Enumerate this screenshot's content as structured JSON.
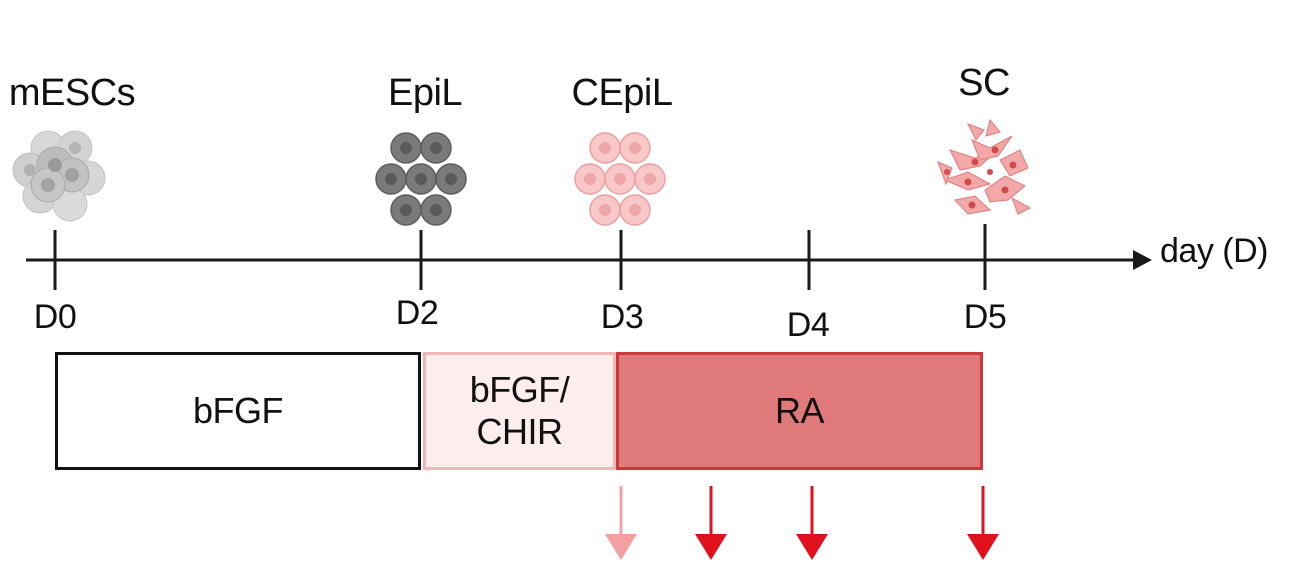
{
  "stages": [
    {
      "key": "mescs",
      "label": "mESCs",
      "color": "#a8a8a8"
    },
    {
      "key": "epil",
      "label": "EpiL",
      "color": "#6e6e6e"
    },
    {
      "key": "cepil",
      "label": "CEpiL",
      "color": "#f4b3b3"
    },
    {
      "key": "sc",
      "label": "SC",
      "color": "#e07a7a"
    }
  ],
  "timeline": {
    "axis_label": "day (D)",
    "days": [
      "D0",
      "D2",
      "D3",
      "D4",
      "D5"
    ]
  },
  "phases": [
    {
      "key": "bfgf",
      "label": "bFGF",
      "fill": "#ffffff",
      "border": "#111111"
    },
    {
      "key": "bfgf-chir",
      "label_line1": "bFGF/",
      "label_line2": "CHIR",
      "fill": "#fdeded",
      "border": "#f0b7b7"
    },
    {
      "key": "ra",
      "label": "RA",
      "fill": "#e07a7a",
      "border": "#c83a3a"
    }
  ],
  "arrows": {
    "light_color": "#f4a0a0",
    "dark_color": "#e0101e"
  }
}
